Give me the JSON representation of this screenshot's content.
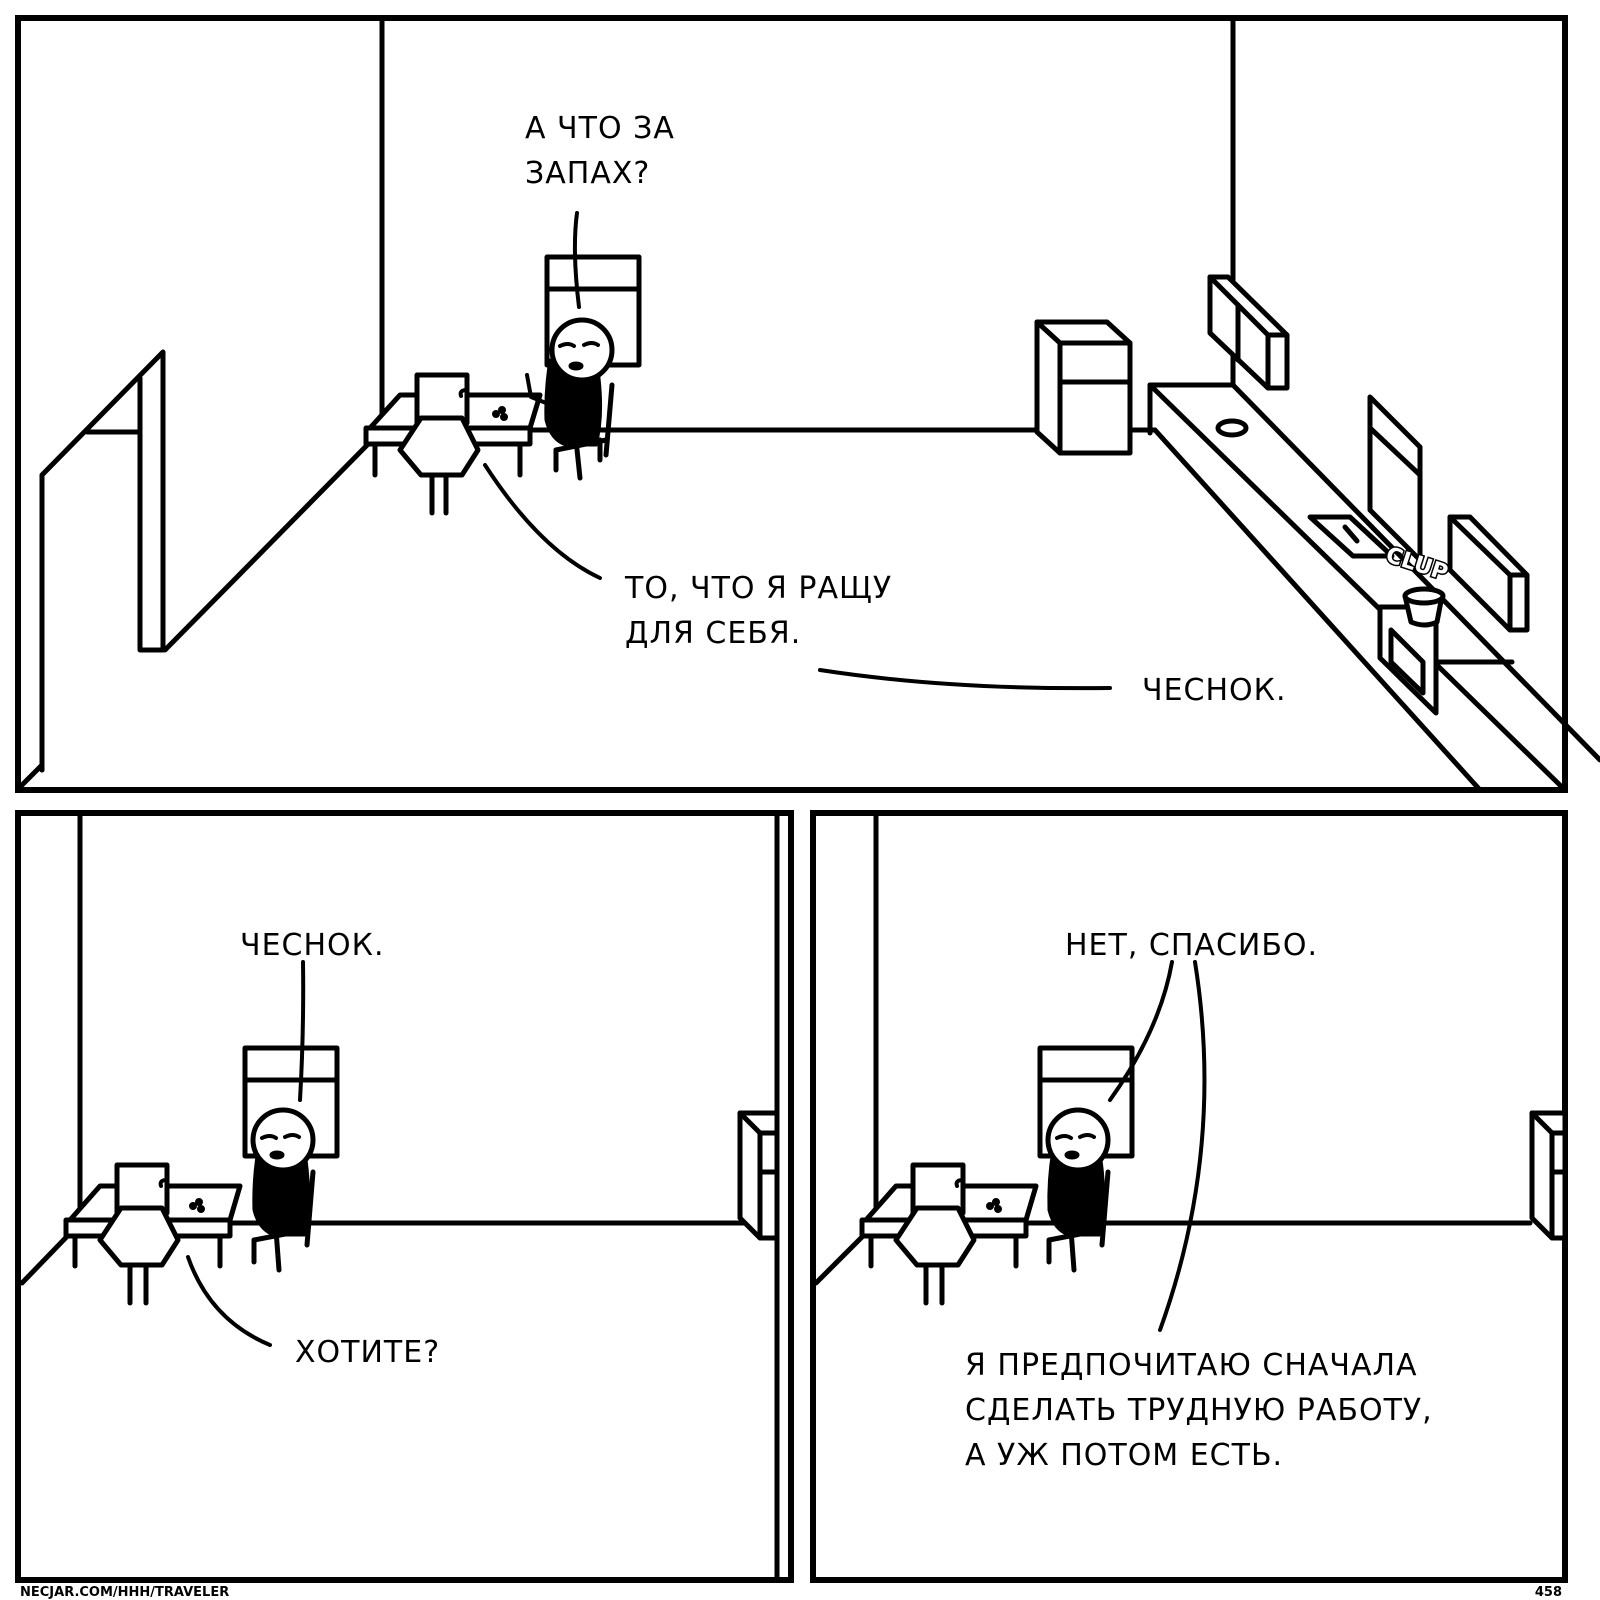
{
  "comic": {
    "panels": [
      {
        "id": "panel-1",
        "bubbles": [
          {
            "speaker": "seated-woman",
            "lines": [
              "А ЧТО ЗА",
              "ЗАПАХ?"
            ]
          },
          {
            "speaker": "box-head-man",
            "lines": [
              "ТО, ЧТО Я РАЩУ",
              "ДЛЯ СЕБЯ."
            ]
          },
          {
            "speaker": "box-head-man",
            "lines": [
              "ЧЕСНОК."
            ]
          }
        ],
        "sound_effect": "CLUP"
      },
      {
        "id": "panel-2",
        "bubbles": [
          {
            "speaker": "seated-woman",
            "lines": [
              "ЧЕСНОК."
            ]
          },
          {
            "speaker": "box-head-man",
            "lines": [
              "ХОТИТЕ?"
            ]
          }
        ]
      },
      {
        "id": "panel-3",
        "bubbles": [
          {
            "speaker": "seated-woman",
            "lines": [
              "НЕТ, СПАСИБО."
            ]
          },
          {
            "speaker": "seated-woman",
            "lines": [
              "Я ПРЕДПОЧИТАЮ СНАЧАЛА",
              "СДЕЛАТЬ ТРУДНУЮ РАБОТУ,",
              "А УЖ ПОТОМ ЕСТЬ."
            ]
          }
        ]
      }
    ],
    "footer": {
      "credit": "NECJAR.COM/HHH/TRAVELER",
      "page_number": "458"
    }
  }
}
